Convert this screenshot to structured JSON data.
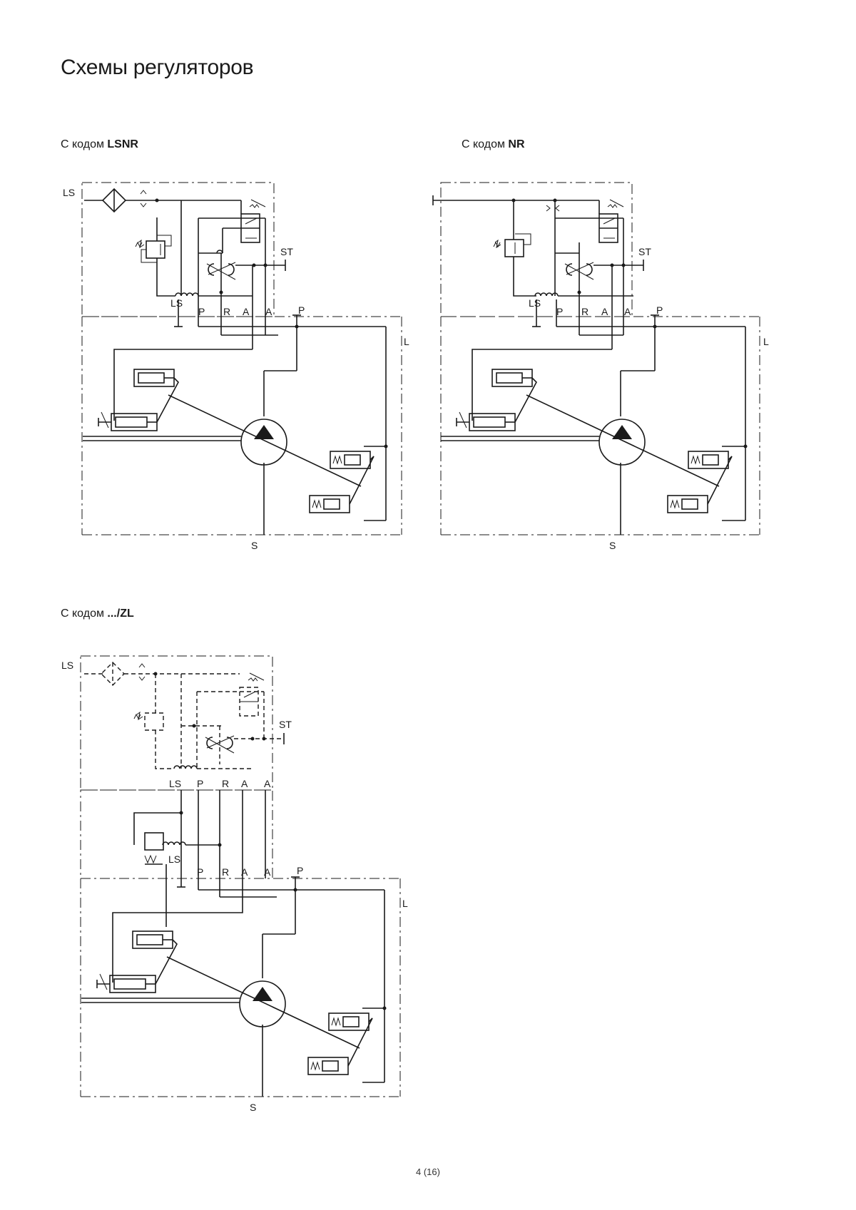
{
  "page": {
    "title": "Схемы регуляторов",
    "page_number": "4 (16)"
  },
  "diagrams": {
    "lsnr": {
      "caption_prefix": "С кодом ",
      "caption_code": "LSNR",
      "labels": {
        "ls": "LS",
        "st": "ST",
        "ls2": "LS",
        "p": "P",
        "r": "R",
        "a1": "A",
        "a2": "A",
        "p2": "P",
        "l": "L",
        "s": "S"
      }
    },
    "nr": {
      "caption_prefix": "С кодом ",
      "caption_code": "NR",
      "labels": {
        "st": "ST",
        "ls2": "LS",
        "p": "P",
        "r": "R",
        "a1": "A",
        "a2": "A",
        "p2": "P",
        "l": "L",
        "s": "S"
      }
    },
    "zl": {
      "caption_prefix": "С кодом ",
      "caption_code": ".../ZL",
      "labels": {
        "ls": "LS",
        "st": "ST",
        "ls2": "LS",
        "p": "P",
        "r": "R",
        "a1": "A",
        "a2": "A",
        "ls3": "LS",
        "p3": "P",
        "r3": "R",
        "a3": "A",
        "a4": "A",
        "p2": "P",
        "l": "L",
        "s": "S"
      }
    }
  }
}
